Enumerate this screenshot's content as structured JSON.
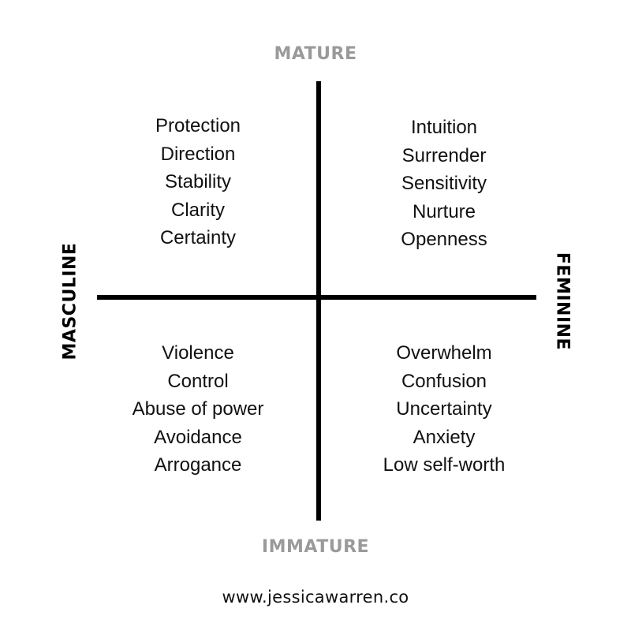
{
  "axes": {
    "top": "MATURE",
    "bottom": "IMMATURE",
    "left": "MASCULINE",
    "right": "FEMININE"
  },
  "quadrants": {
    "mature_masculine": [
      "Protection",
      "Direction",
      "Stability",
      "Clarity",
      "Certainty"
    ],
    "mature_feminine": [
      "Intuition",
      "Surrender",
      "Sensitivity",
      "Nurture",
      "Openness"
    ],
    "immature_masculine": [
      "Violence",
      "Control",
      "Abuse of power",
      "Avoidance",
      "Arrogance"
    ],
    "immature_feminine": [
      "Overwhelm",
      "Confusion",
      "Uncertainty",
      "Anxiety",
      "Low self-worth"
    ]
  },
  "footer": {
    "url": "www.jessicawarren.co"
  },
  "colors": {
    "axis_line": "#000000",
    "vertical_labels": "#9a9a9a",
    "horizontal_labels": "#000000",
    "text": "#111111",
    "background": "#ffffff"
  }
}
